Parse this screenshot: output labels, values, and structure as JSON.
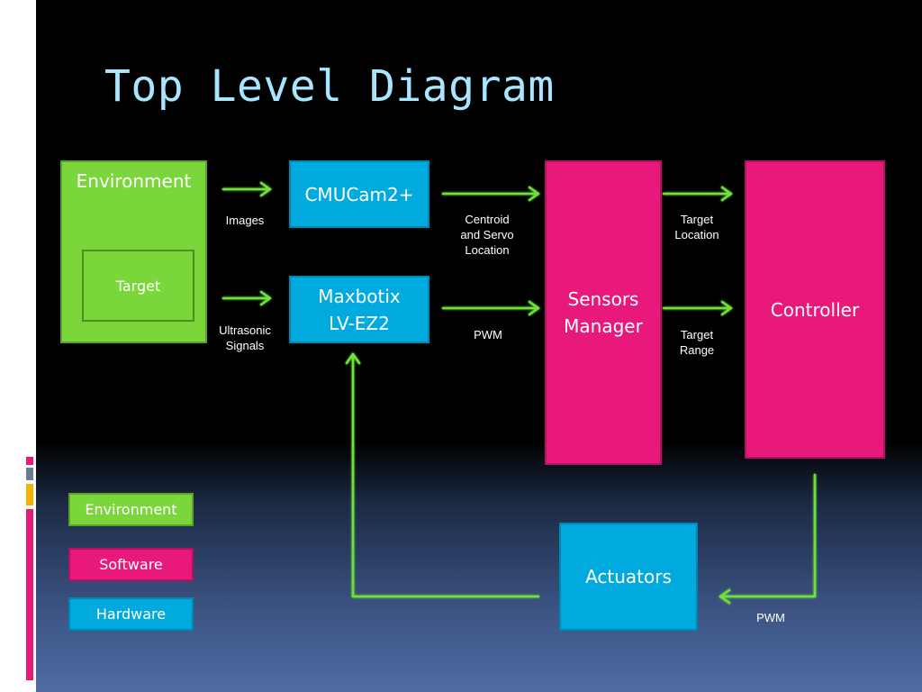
{
  "title": "Top Level Diagram",
  "colors": {
    "environment": "#7ad63a",
    "software": "#e8197b",
    "hardware": "#00a9de",
    "title": "#a8e6ff",
    "arrow": "#6fe03a"
  },
  "blocks": {
    "environment": "Environment",
    "target": "Target",
    "cmucam": "CMUCam2+",
    "maxbotix_line1": "Maxbotix",
    "maxbotix_line2": "LV-EZ2",
    "sensors_manager_line1": "Sensors",
    "sensors_manager_line2": "Manager",
    "controller": "Controller",
    "actuators": "Actuators"
  },
  "edge_labels": {
    "images": "Images",
    "ultrasonic_signals": "Ultrasonic\nSignals",
    "centroid_servo": "Centroid\nand Servo\nLocation",
    "pwm_maxbotix": "PWM",
    "target_location": "Target\nLocation",
    "target_range": "Target\nRange",
    "pwm_actuators": "PWM"
  },
  "legend": {
    "environment": "Environment",
    "software": "Software",
    "hardware": "Hardware"
  }
}
